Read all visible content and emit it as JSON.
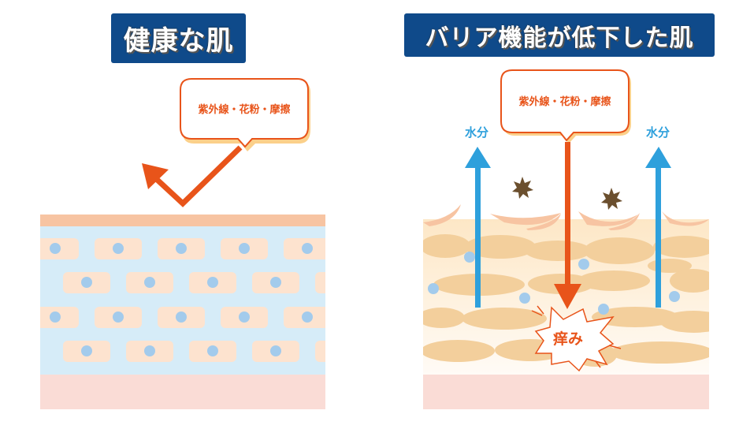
{
  "left_panel": {
    "title": "健康な肌",
    "bubble_text": "紫外線・花粉・摩擦"
  },
  "right_panel": {
    "title": "バリア機能が低下した肌",
    "bubble_text": "紫外線・花粉・摩擦",
    "water_label_left": "水分",
    "water_label_right": "水分",
    "itch_label": "痒み"
  },
  "colors": {
    "title_bg": "#0f4a8a",
    "accent_orange": "#e8541a",
    "water_blue": "#2ea0dc",
    "skin_top": "#f7c4a2",
    "healthy_layer": "#d6ecf8",
    "dermis_pink": "#fadcd6",
    "damaged_cells": "#f3cf9c"
  }
}
